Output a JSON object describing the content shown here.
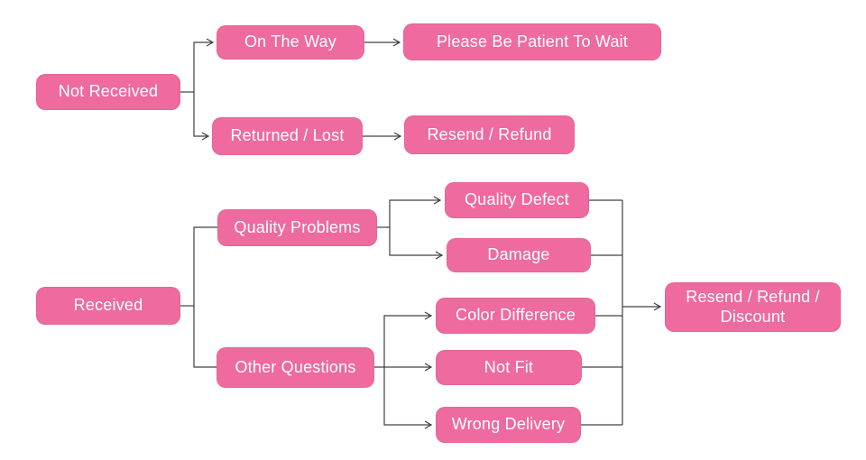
{
  "colors": {
    "node_fill": "#EE6A9F",
    "node_text": "#FFFFFF",
    "connector": "#404040",
    "background": "#FFFFFF"
  },
  "diagram": {
    "type": "flowchart",
    "direction": "left-to-right",
    "nodes": {
      "not_received": {
        "label": "Not Received"
      },
      "on_the_way": {
        "label": "On The Way"
      },
      "please_be_patient": {
        "label": "Please Be Patient To Wait"
      },
      "returned_lost": {
        "label": "Returned / Lost"
      },
      "resend_refund": {
        "label": "Resend / Refund"
      },
      "received": {
        "label": "Received"
      },
      "quality_problems": {
        "label": "Quality Problems"
      },
      "quality_defect": {
        "label": "Quality Defect"
      },
      "damage": {
        "label": "Damage"
      },
      "other_questions": {
        "label": "Other Questions"
      },
      "color_difference": {
        "label": "Color Difference"
      },
      "not_fit": {
        "label": "Not Fit"
      },
      "wrong_delivery": {
        "label": "Wrong Delivery"
      },
      "resend_refund_discount": {
        "label": "Resend / Refund / Discount"
      }
    },
    "edges": [
      {
        "from": "not_received",
        "to": "on_the_way",
        "arrow": true
      },
      {
        "from": "not_received",
        "to": "returned_lost",
        "arrow": true
      },
      {
        "from": "on_the_way",
        "to": "please_be_patient",
        "arrow": true
      },
      {
        "from": "returned_lost",
        "to": "resend_refund",
        "arrow": true
      },
      {
        "from": "received",
        "to": "quality_problems",
        "arrow": false
      },
      {
        "from": "received",
        "to": "other_questions",
        "arrow": false
      },
      {
        "from": "quality_problems",
        "to": "quality_defect",
        "arrow": true
      },
      {
        "from": "quality_problems",
        "to": "damage",
        "arrow": true
      },
      {
        "from": "other_questions",
        "to": "color_difference",
        "arrow": true
      },
      {
        "from": "other_questions",
        "to": "not_fit",
        "arrow": true
      },
      {
        "from": "other_questions",
        "to": "wrong_delivery",
        "arrow": true
      },
      {
        "from": "quality_defect",
        "to": "resend_refund_discount",
        "arrow": true
      },
      {
        "from": "damage",
        "to": "resend_refund_discount",
        "arrow": true
      },
      {
        "from": "color_difference",
        "to": "resend_refund_discount",
        "arrow": true
      },
      {
        "from": "not_fit",
        "to": "resend_refund_discount",
        "arrow": true
      },
      {
        "from": "wrong_delivery",
        "to": "resend_refund_discount",
        "arrow": true
      }
    ]
  }
}
